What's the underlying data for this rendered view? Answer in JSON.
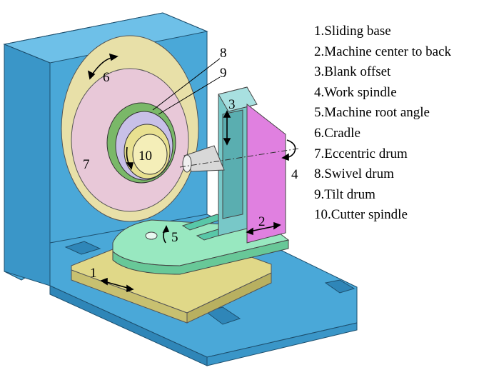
{
  "legend": [
    "1.Sliding base",
    "2.Machine center to back",
    "3.Blank offset",
    "4.Work spindle",
    "5.Machine root angle",
    "6.Cradle",
    "7.Eccentric drum",
    "8.Swivel drum",
    "9.Tilt drum",
    "10.Cutter spindle"
  ],
  "callouts": {
    "n1": "1",
    "n2": "2",
    "n3": "3",
    "n4": "4",
    "n5": "5",
    "n6": "6",
    "n7": "7",
    "n8": "8",
    "n9": "9",
    "n10": "10"
  },
  "colors": {
    "frame": "#4aa8d8",
    "frame_dark": "#2f86b8",
    "cradle": "#e8e0a8",
    "eccentric_drum": "#e8c8d8",
    "swivel_drum": "#7ab868",
    "tilt_drum": "#c8c0e8",
    "cutter": "#e8e090",
    "column": "#e080e0",
    "column_side": "#78c8c8",
    "table": "#98e8c0",
    "sliding_base": "#d8d080",
    "rails": "#58c8a8"
  }
}
